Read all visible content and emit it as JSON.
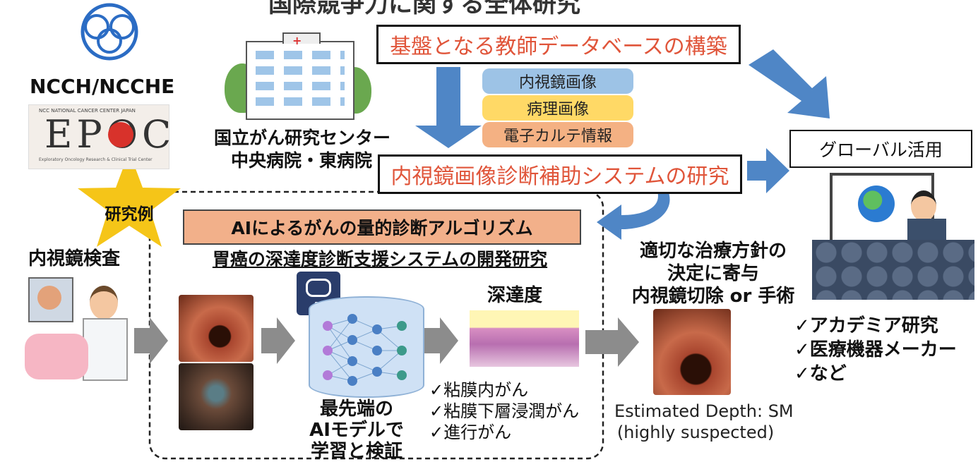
{
  "title_partial": "国際競争力に関する全体研究",
  "org": {
    "name": "NCCH/NCCHE",
    "epoc_logo": "EPOC",
    "epoc_top": "NCC NATIONAL CANCER CENTER JAPAN",
    "epoc_sub": "Exploratory Oncology Research & Clinical Trial Center"
  },
  "hospital": {
    "line1": "国立がん研究センター",
    "line2": "中央病院・東病院"
  },
  "database_box": "基盤となる教師データベースの構築",
  "db_layers": [
    "内視鏡画像",
    "病理画像",
    "電子カルテ情報"
  ],
  "research_box": "内視鏡画像診断補助システムの研究",
  "global": {
    "label": "グローバル活用"
  },
  "example_star": "研究例",
  "ai_title": "AIによるがんの量的診断アルゴリズム",
  "ai_subtitle": "胃癌の深達度診断支援システムの開発研究",
  "endoscopy_label": "内視鏡検査",
  "ai_icon_text": "AI",
  "model_caption": {
    "line1": "最先端の",
    "line2": "AIモデルで",
    "line3": "学習と検証"
  },
  "depth_label": "深達度",
  "depth_checks": [
    "✓粘膜内がん",
    "✓粘膜下層浸潤がん",
    "✓進行がん"
  ],
  "treatment": {
    "line1": "適切な治療方針の",
    "line2": "決定に寄与",
    "line3": "内視鏡切除 or 手術"
  },
  "estimated": {
    "line1": "Estimated Depth: SM",
    "line2": "(highly suspected)"
  },
  "users": [
    "✓アカデミア研究",
    "✓医療機器メーカー",
    "✓など"
  ],
  "colors": {
    "accent_text": "#e0553a",
    "arrow_blue": "#4f86c6",
    "arrow_gray": "#8c8c8c",
    "ai_box_fill": "#f2b08a",
    "layer_blue": "#9dc3e6",
    "layer_yellow": "#ffd966",
    "layer_orange": "#f4b183",
    "star": "#f5c518"
  }
}
